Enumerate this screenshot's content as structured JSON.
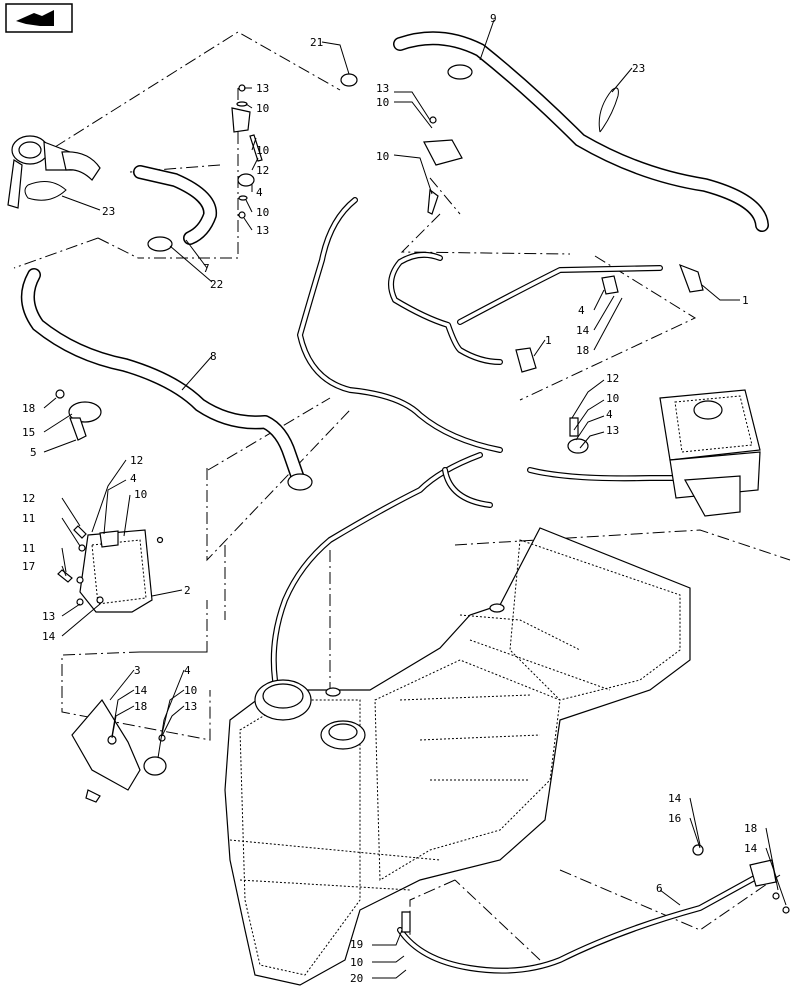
{
  "toolbar": {
    "icon": "arrow-right-icon"
  },
  "callouts": [
    {
      "id": "c21",
      "text": "21"
    },
    {
      "id": "c9",
      "text": "9"
    },
    {
      "id": "c23a",
      "text": "23"
    },
    {
      "id": "c13a",
      "text": "13"
    },
    {
      "id": "c10a",
      "text": "10"
    },
    {
      "id": "c10b",
      "text": "10"
    },
    {
      "id": "c12a",
      "text": "12"
    },
    {
      "id": "c4a",
      "text": "4"
    },
    {
      "id": "c10c",
      "text": "10"
    },
    {
      "id": "c13b",
      "text": "13"
    },
    {
      "id": "c7",
      "text": "7"
    },
    {
      "id": "c22",
      "text": "22"
    },
    {
      "id": "c23b",
      "text": "23"
    },
    {
      "id": "c13c",
      "text": "13"
    },
    {
      "id": "c10d",
      "text": "10"
    },
    {
      "id": "c10e",
      "text": "10"
    },
    {
      "id": "c1a",
      "text": "1"
    },
    {
      "id": "c4b",
      "text": "4"
    },
    {
      "id": "c14a",
      "text": "14"
    },
    {
      "id": "c18a",
      "text": "18"
    },
    {
      "id": "c1b",
      "text": "1"
    },
    {
      "id": "c8",
      "text": "8"
    },
    {
      "id": "c18b",
      "text": "18"
    },
    {
      "id": "c15",
      "text": "15"
    },
    {
      "id": "c5",
      "text": "5"
    },
    {
      "id": "c12b",
      "text": "12"
    },
    {
      "id": "c10f",
      "text": "10"
    },
    {
      "id": "c4c",
      "text": "4"
    },
    {
      "id": "c13d",
      "text": "13"
    },
    {
      "id": "c12c",
      "text": "12"
    },
    {
      "id": "c4d",
      "text": "4"
    },
    {
      "id": "c12d",
      "text": "12"
    },
    {
      "id": "c10g",
      "text": "10"
    },
    {
      "id": "c11a",
      "text": "11"
    },
    {
      "id": "c11b",
      "text": "11"
    },
    {
      "id": "c17",
      "text": "17"
    },
    {
      "id": "c2",
      "text": "2"
    },
    {
      "id": "c13e",
      "text": "13"
    },
    {
      "id": "c14b",
      "text": "14"
    },
    {
      "id": "c3",
      "text": "3"
    },
    {
      "id": "c4e",
      "text": "4"
    },
    {
      "id": "c14c",
      "text": "14"
    },
    {
      "id": "c10h",
      "text": "10"
    },
    {
      "id": "c18c",
      "text": "18"
    },
    {
      "id": "c13f",
      "text": "13"
    },
    {
      "id": "c14d",
      "text": "14"
    },
    {
      "id": "c16",
      "text": "16"
    },
    {
      "id": "c18d",
      "text": "18"
    },
    {
      "id": "c14e",
      "text": "14"
    },
    {
      "id": "c6",
      "text": "6"
    },
    {
      "id": "c19",
      "text": "19"
    },
    {
      "id": "c10i",
      "text": "10"
    },
    {
      "id": "c20",
      "text": "20"
    }
  ]
}
